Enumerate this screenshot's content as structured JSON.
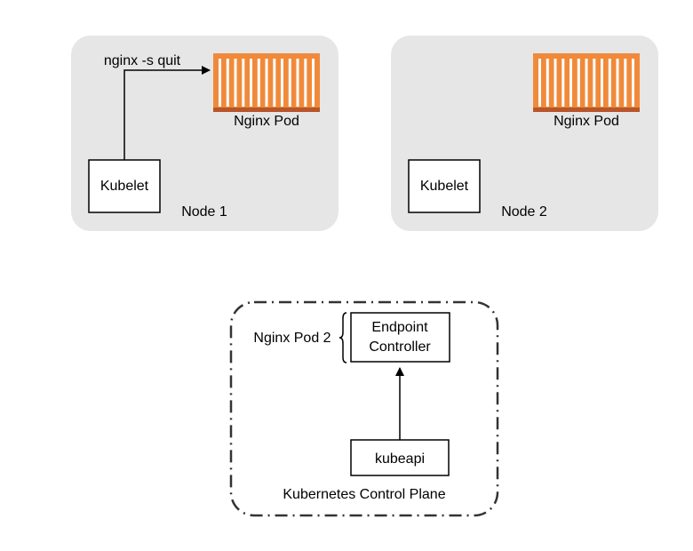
{
  "diagram": {
    "nodes": [
      {
        "label": "Node 1",
        "kubelet_label": "Kubelet",
        "pod_label": "Nginx Pod"
      },
      {
        "label": "Node 2",
        "kubelet_label": "Kubelet",
        "pod_label": "Nginx Pod"
      }
    ],
    "arrow_label": "nginx -s quit",
    "control_plane": {
      "label": "Kubernetes Control Plane",
      "endpoint_controller_line1": "Endpoint",
      "endpoint_controller_line2": "Controller",
      "kubeapi_label": "kubeapi",
      "brace_label": "Nginx Pod 2"
    },
    "colors": {
      "node_bg": "#e6e6e6",
      "pod_orange": "#f08a3a",
      "pod_stripe": "#ffffff",
      "pod_base": "#b8562a",
      "border_dark": "#333333"
    }
  }
}
